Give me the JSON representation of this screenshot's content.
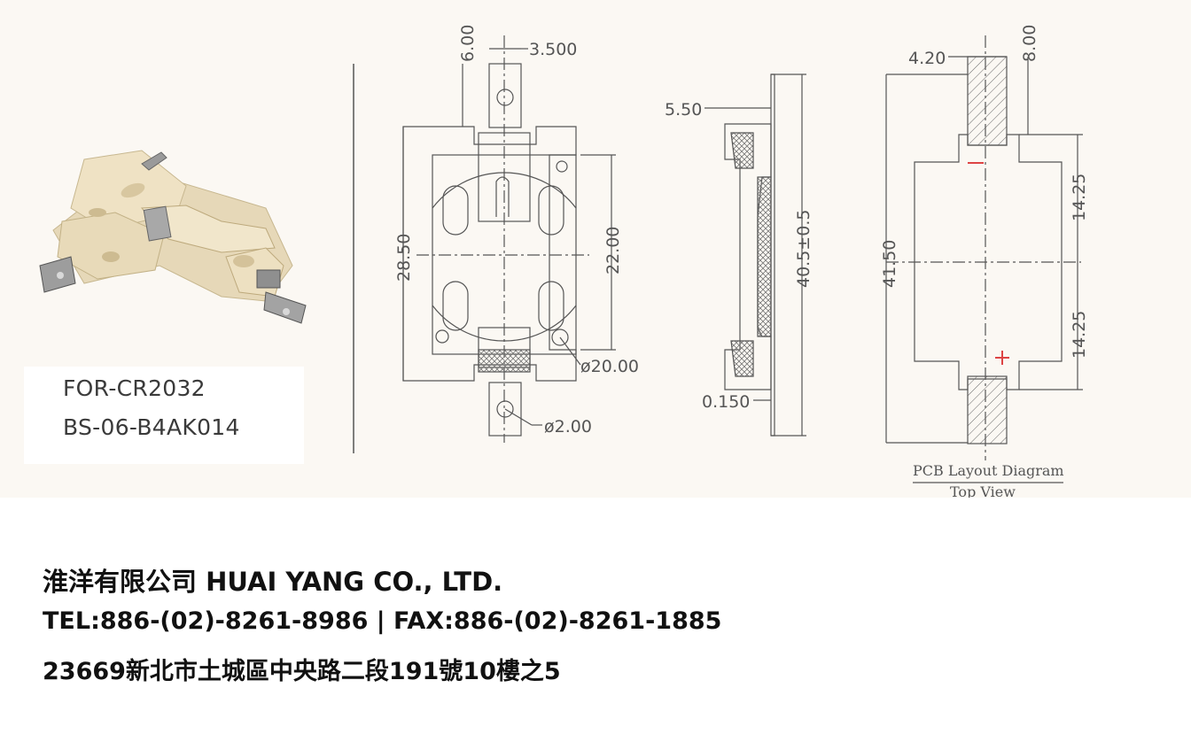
{
  "product": {
    "battery": "FOR-CR2032",
    "part_number": "BS-06-B4AK014"
  },
  "dimensions": {
    "tab_len": "6.00",
    "tab_w": "3.500",
    "height_a": "28.50",
    "height_b": "22.00",
    "diam_battery": "ø20.00",
    "diam_hole": "ø2.00",
    "side_top": "5.50",
    "side_total": "40.5±0.5",
    "side_thick": "0.150",
    "pcb_pad_w": "4.20",
    "pcb_pad_len": "8.00",
    "pcb_total": "41.50",
    "pcb_half_top": "14.25",
    "pcb_half_bottom": "14.25"
  },
  "pcb_caption": {
    "title": "PCB Layout Diagram",
    "subtitle": "Top View"
  },
  "company": {
    "name": "淮洋有限公司 HUAI YANG CO., LTD.",
    "contact": "TEL:886-(02)-8261-8986 | FAX:886-(02)-8261-1885",
    "address": "23669新北市土城區中央路二段191號10樓之5"
  }
}
